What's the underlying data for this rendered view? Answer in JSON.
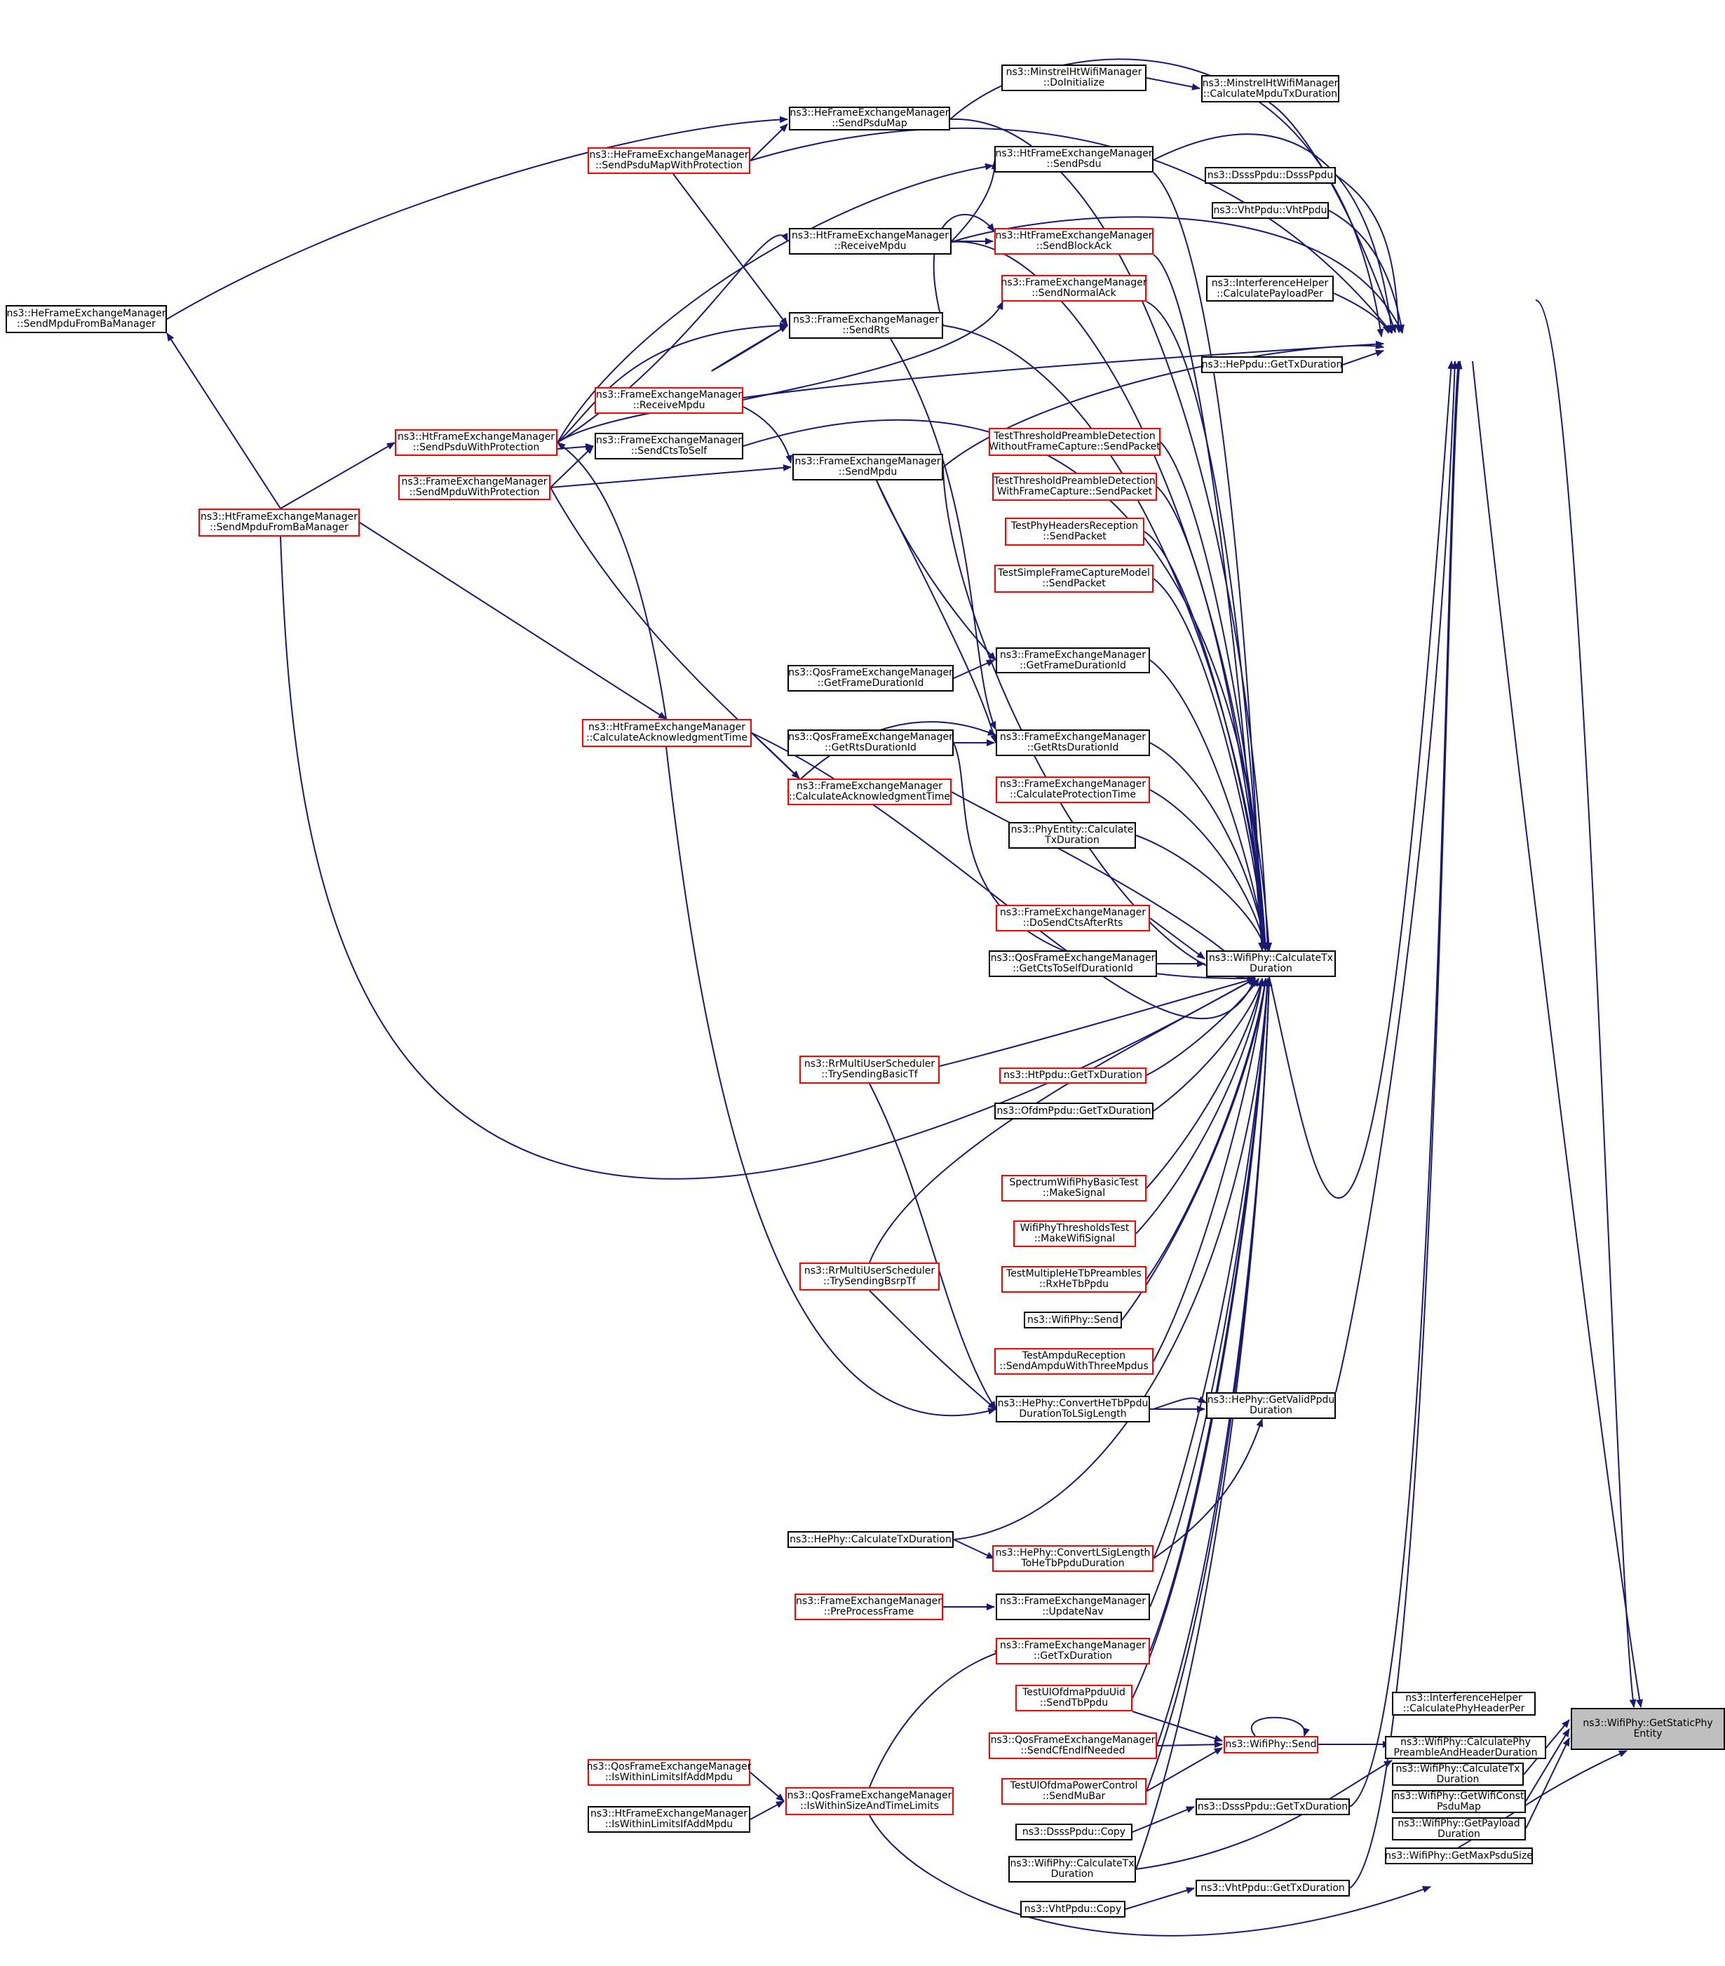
{
  "colors": {
    "edge": "#191970",
    "node_border": "#000000",
    "truncated_border": "#ff0000",
    "root_fill": "#bfbfbf",
    "background": "#ffffff"
  },
  "nodes": {
    "root": {
      "l1": "ns3::WifiPhy::GetStaticPhy",
      "l2": "Entity",
      "color": "black"
    },
    "calcPhyHeaderPer": {
      "l1": "ns3::InterferenceHelper",
      "l2": "::CalculatePhyHeaderPer",
      "color": "black"
    },
    "calcPreamble": {
      "l1": "ns3::WifiPhy::CalculatePhy",
      "l2": "PreambleAndHeaderDuration",
      "color": "black"
    },
    "calcTxRight": {
      "l1": "ns3::WifiPhy::CalculateTx",
      "l2": "Duration",
      "color": "black"
    },
    "getWifiConst": {
      "l1": "ns3::WifiPhy::GetWifiConst",
      "l2": "PsduMap",
      "color": "black"
    },
    "getPayload": {
      "l1": "ns3::WifiPhy::GetPayload",
      "l2": "Duration",
      "color": "black"
    },
    "getMaxPsdu": {
      "l1": "ns3::WifiPhy::GetMaxPsduSize",
      "l2": "",
      "color": "black"
    },
    "minstrelCalc": {
      "l1": "ns3::MinstrelHtWifiManager",
      "l2": "::CalculateMpduTxDuration",
      "color": "black"
    },
    "minstrelInit": {
      "l1": "ns3::MinstrelHtWifiManager",
      "l2": "::DoInitialize",
      "color": "black"
    },
    "dsssPpduCtor": {
      "l1": "ns3::DsssPpdu::DsssPpdu",
      "l2": "",
      "color": "black"
    },
    "vhtPpduCtor": {
      "l1": "ns3::VhtPpdu::VhtPpdu",
      "l2": "",
      "color": "black"
    },
    "interfPayload": {
      "l1": "ns3::InterferenceHelper",
      "l2": "::CalculatePayloadPer",
      "color": "black"
    },
    "hePpduGetTx": {
      "l1": "ns3::HePpdu::GetTxDuration",
      "l2": "",
      "color": "black"
    },
    "calcTxMain": {
      "l1": "ns3::WifiPhy::CalculateTx",
      "l2": "Duration",
      "color": "black"
    },
    "heGetValid": {
      "l1": "ns3::HePhy::GetValidPpdu",
      "l2": "Duration",
      "color": "black"
    },
    "wifiPhySendRed": {
      "l1": "ns3::WifiPhy::Send",
      "l2": "",
      "color": "red"
    },
    "dsssGetTx": {
      "l1": "ns3::DsssPpdu::GetTxDuration",
      "l2": "",
      "color": "black"
    },
    "vhtGetTx": {
      "l1": "ns3::VhtPpdu::GetTxDuration",
      "l2": "",
      "color": "black"
    },
    "minstrelDoInit2": {
      "l1": "",
      "l2": "",
      "color": "black"
    },
    "heSendPsduMap": {
      "l1": "ns3::HeFrameExchangeManager",
      "l2": "::SendPsduMap",
      "color": "black"
    },
    "htSendPsdu": {
      "l1": "ns3::HtFrameExchangeManager",
      "l2": "::SendPsdu",
      "color": "black"
    },
    "htSendBlockAck": {
      "l1": "ns3::HtFrameExchangeManager",
      "l2": "::SendBlockAck",
      "color": "red"
    },
    "feSendNormalAck": {
      "l1": "ns3::FrameExchangeManager",
      "l2": "::SendNormalAck",
      "color": "red"
    },
    "feSendRts": {
      "l1": "ns3::FrameExchangeManager",
      "l2": "::SendRts",
      "color": "black"
    },
    "feReceiveMpdu": {
      "l1": "ns3::FrameExchangeManager",
      "l2": "::ReceiveMpdu",
      "color": "red"
    },
    "feSendCtsToSelf": {
      "l1": "ns3::FrameExchangeManager",
      "l2": "::SendCtsToSelf",
      "color": "black"
    },
    "feSendMpdu": {
      "l1": "ns3::FrameExchangeManager",
      "l2": "::SendMpdu",
      "color": "black"
    },
    "heSendPsduMapProt": {
      "l1": "ns3::HeFrameExchangeManager",
      "l2": "::SendPsduMapWithProtection",
      "color": "red"
    },
    "htReceiveMpdu": {
      "l1": "ns3::HtFrameExchangeManager",
      "l2": "::ReceiveMpdu",
      "color": "black"
    },
    "heSendMpduBa": {
      "l1": "ns3::HeFrameExchangeManager",
      "l2": "::SendMpduFromBaManager",
      "color": "black"
    },
    "htSendPsduProt": {
      "l1": "ns3::HtFrameExchangeManager",
      "l2": "::SendPsduWithProtection",
      "color": "red"
    },
    "feSendMpduProt": {
      "l1": "ns3::FrameExchangeManager",
      "l2": "::SendMpduWithProtection",
      "color": "red"
    },
    "htSendMpduBa": {
      "l1": "ns3::HtFrameExchangeManager",
      "l2": "::SendMpduFromBaManager",
      "color": "red"
    },
    "testThreshNo": {
      "l1": "TestThresholdPreambleDetection",
      "l2": "WithoutFrameCapture::SendPacket",
      "color": "red"
    },
    "testThreshWith": {
      "l1": "TestThresholdPreambleDetection",
      "l2": "WithFrameCapture::SendPacket",
      "color": "red"
    },
    "testPhyHeaders": {
      "l1": "TestPhyHeadersReception",
      "l2": "::SendPacket",
      "color": "red"
    },
    "testSimpleCapture": {
      "l1": "TestSimpleFrameCaptureModel",
      "l2": "::SendPacket",
      "color": "red"
    },
    "feGetFrameDur": {
      "l1": "ns3::FrameExchangeManager",
      "l2": "::GetFrameDurationId",
      "color": "black"
    },
    "qosGetFrameDur": {
      "l1": "ns3::QosFrameExchangeManager",
      "l2": "::GetFrameDurationId",
      "color": "black"
    },
    "feGetRtsDur": {
      "l1": "ns3::FrameExchangeManager",
      "l2": "::GetRtsDurationId",
      "color": "black"
    },
    "qosGetRtsDur": {
      "l1": "ns3::QosFrameExchangeManager",
      "l2": "::GetRtsDurationId",
      "color": "black"
    },
    "htCalcAck": {
      "l1": "ns3::HtFrameExchangeManager",
      "l2": "::CalculateAcknowledgmentTime",
      "color": "red"
    },
    "feCalcAck": {
      "l1": "ns3::FrameExchangeManager",
      "l2": "::CalculateAcknowledgmentTime",
      "color": "red"
    },
    "feCalcProt": {
      "l1": "ns3::FrameExchangeManager",
      "l2": "::CalculateProtectionTime",
      "color": "red"
    },
    "phyEntityCalc": {
      "l1": "ns3::PhyEntity::Calculate",
      "l2": "TxDuration",
      "color": "black"
    },
    "feDoSendCts": {
      "l1": "ns3::FrameExchangeManager",
      "l2": "::DoSendCtsAfterRts",
      "color": "red"
    },
    "qosGetCtsToSelf": {
      "l1": "ns3::QosFrameExchangeManager",
      "l2": "::GetCtsToSelfDurationId",
      "color": "black"
    },
    "rrBasicTf": {
      "l1": "ns3::RrMultiUserScheduler",
      "l2": "::TrySendingBasicTf",
      "color": "red"
    },
    "htPpduGetTx": {
      "l1": "ns3::HtPpdu::GetTxDuration",
      "l2": "",
      "color": "red"
    },
    "ofdmPpduGetTx": {
      "l1": "ns3::OfdmPpdu::GetTxDuration",
      "l2": "",
      "color": "black"
    },
    "spectrumMake": {
      "l1": "SpectrumWifiPhyBasicTest",
      "l2": "::MakeSignal",
      "color": "red"
    },
    "thresholdsMake": {
      "l1": "WifiPhyThresholdsTest",
      "l2": "::MakeWifiSignal",
      "color": "red"
    },
    "testMultiHe": {
      "l1": "TestMultipleHeTbPreambles",
      "l2": "::RxHeTbPpdu",
      "color": "red"
    },
    "wifiPhySendBlack": {
      "l1": "ns3::WifiPhy::Send",
      "l2": "",
      "color": "black"
    },
    "rrBsrpTf": {
      "l1": "ns3::RrMultiUserScheduler",
      "l2": "::TrySendingBsrpTf",
      "color": "red"
    },
    "testAmpdu": {
      "l1": "TestAmpduReception",
      "l2": "::SendAmpduWithThreeMpdus",
      "color": "red"
    },
    "heConvertTb": {
      "l1": "ns3::HePhy::ConvertHeTbPpdu",
      "l2": "DurationToLSigLength",
      "color": "black"
    },
    "heCalcTx": {
      "l1": "ns3::HePhy::CalculateTxDuration",
      "l2": "",
      "color": "black"
    },
    "heConvertLSig": {
      "l1": "ns3::HePhy::ConvertLSigLength",
      "l2": "ToHeTbPpduDuration",
      "color": "red"
    },
    "fePreProcess": {
      "l1": "ns3::FrameExchangeManager",
      "l2": "::PreProcessFrame",
      "color": "red"
    },
    "feUpdateNav": {
      "l1": "ns3::FrameExchangeManager",
      "l2": "::UpdateNav",
      "color": "black"
    },
    "feGetTxDur": {
      "l1": "ns3::FrameExchangeManager",
      "l2": "::GetTxDuration",
      "color": "red"
    },
    "testUlOfdmaUid": {
      "l1": "TestUlOfdmaPpduUid",
      "l2": "::SendTbPpdu",
      "color": "red"
    },
    "qosSendCfEnd": {
      "l1": "ns3::QosFrameExchangeManager",
      "l2": "::SendCfEndIfNeeded",
      "color": "red"
    },
    "testUlOfdmaPower": {
      "l1": "TestUlOfdmaPowerControl",
      "l2": "::SendMuBar",
      "color": "red"
    },
    "qosIsWithinSize": {
      "l1": "ns3::QosFrameExchangeManager",
      "l2": "::IsWithinSizeAndTimeLimits",
      "color": "red"
    },
    "qosIsWithinAdd": {
      "l1": "ns3::QosFrameExchangeManager",
      "l2": "::IsWithinLimitsIfAddMpdu",
      "color": "red"
    },
    "htIsWithinAdd": {
      "l1": "ns3::HtFrameExchangeManager",
      "l2": "::IsWithinLimitsIfAddMpdu",
      "color": "black"
    },
    "dsssCopy": {
      "l1": "ns3::DsssPpdu::Copy",
      "l2": "",
      "color": "black"
    },
    "calcTxLeft": {
      "l1": "ns3::WifiPhy::CalculateTx",
      "l2": "Duration",
      "color": "black"
    },
    "vhtCopy": {
      "l1": "ns3::VhtPpdu::Copy",
      "l2": "",
      "color": "black"
    }
  }
}
